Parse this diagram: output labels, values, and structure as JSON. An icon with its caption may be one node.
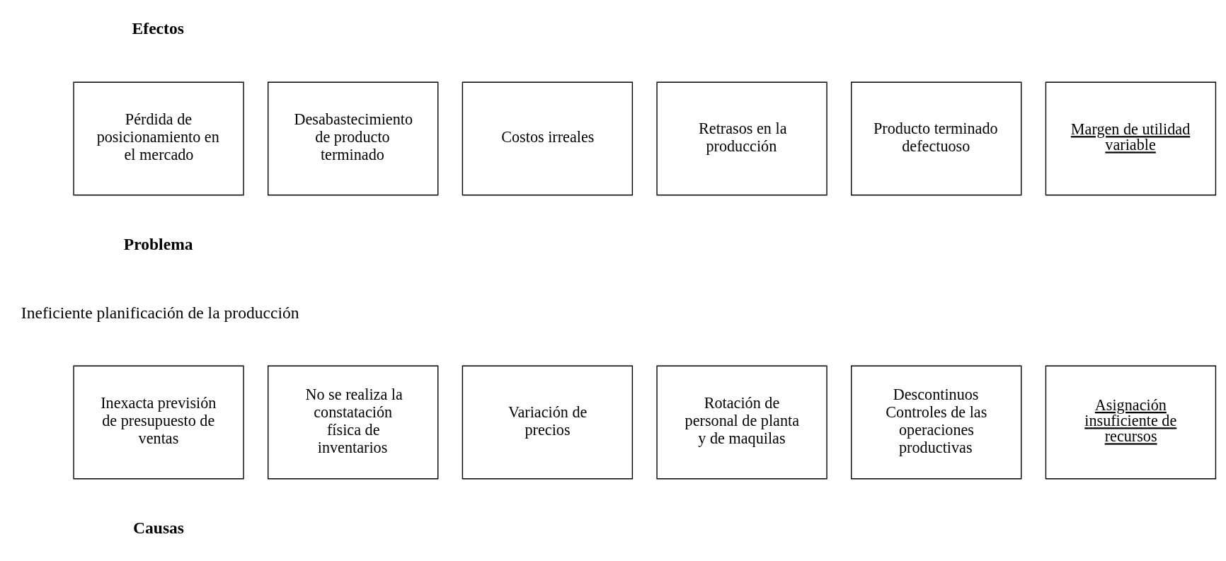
{
  "diagram": {
    "nodes": [
      {
        "text": [
          "Pérdida de posicionamiento en el mercado"
        ]
      },
      {
        "text": [
          "Desabastecimiento de producto terminado"
        ]
      },
      {
        "text": [
          "Costos irreales"
        ]
      },
      {
        "text": [
          "Retrasos en la producción"
        ]
      },
      {
        "text": [
          "Producto terminado defectuoso"
        ]
      },
      {
        "text": [
          "Margen de utilidad variable"
        ]
      },
      {
        "text": [
          "Inexacta previsión de presupuesto de ventas"
        ]
      },
      {
        "text": [
          "No se realiza la constatación física de inventarios"
        ]
      },
      {
        "text": [
          "Variación de precios"
        ]
      },
      {
        "text": [
          "Rotación de personal de planta y de maquilas"
        ]
      },
      {
        "text": [
          "Descontinuos Controles de las operaciones productivas"
        ]
      },
      {
        "text": [
          "Asignación insuficiente de recursos"
        ]
      }
    ],
    "edges": [],
    "labels": [
      "Efectos",
      "Problema",
      "Ineficiente planificación de la producción",
      "Causas"
    ]
  }
}
